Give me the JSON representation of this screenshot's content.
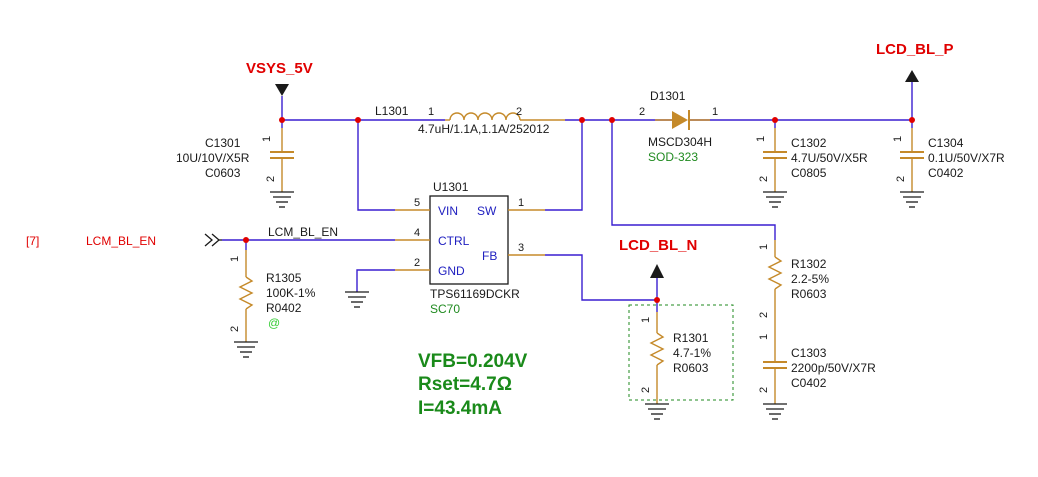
{
  "nets": {
    "vsys": "VSYS_5V",
    "lcd_bl_p": "LCD_BL_P",
    "lcd_bl_n": "LCD_BL_N",
    "lcm_bl_en_wire": "LCM_BL_EN",
    "lcm_bl_en_port": "LCM_BL_EN",
    "sheet_ref": "[7]"
  },
  "inductor": {
    "ref": "L1301",
    "value": "4.7uH/1.1A,1.1A/252012",
    "pin1": "1",
    "pin2": "2"
  },
  "diode": {
    "ref": "D1301",
    "part": "MSCD304H",
    "package": "SOD-323",
    "pin_a": "2",
    "pin_k": "1"
  },
  "c1301": {
    "ref": "C1301",
    "value": "10U/10V/X5R",
    "package": "C0603",
    "pin1": "1",
    "pin2": "2"
  },
  "c1302": {
    "ref": "C1302",
    "value": "4.7U/50V/X5R",
    "package": "C0805",
    "pin1": "1",
    "pin2": "2"
  },
  "c1304": {
    "ref": "C1304",
    "value": "0.1U/50V/X7R",
    "package": "C0402",
    "pin1": "1",
    "pin2": "2"
  },
  "c1303": {
    "ref": "C1303",
    "value": "2200p/50V/X7R",
    "package": "C0402",
    "pin1": "1",
    "pin2": "2"
  },
  "r1302": {
    "ref": "R1302",
    "value": "2.2-5%",
    "package": "R0603",
    "pin1": "1",
    "pin2": "2"
  },
  "r1305": {
    "ref": "R1305",
    "value": "100K-1%",
    "package": "R0402",
    "mark": "@",
    "pin1": "1",
    "pin2": "2"
  },
  "r1301": {
    "ref": "R1301",
    "value": "4.7-1%",
    "package": "R0603",
    "pin1": "1",
    "pin2": "2"
  },
  "ic": {
    "ref": "U1301",
    "part": "TPS61169DCKR",
    "package": "SC70",
    "pins": {
      "vin": "VIN",
      "sw": "SW",
      "ctrl": "CTRL",
      "gnd": "GND",
      "fb": "FB",
      "vin_num": "5",
      "sw_num": "1",
      "ctrl_num": "4",
      "gnd_num": "2",
      "fb_num": "3"
    }
  },
  "notes": {
    "vfb": "VFB=0.204V",
    "rset": "Rset=4.7Ω",
    "current": "I=43.4mA"
  },
  "colors": {
    "wire": "#3a1fd0",
    "pin": "#c58a2a",
    "net_label": "#e00000",
    "note": "#1a8a1a",
    "package": "#1f8a1f"
  }
}
